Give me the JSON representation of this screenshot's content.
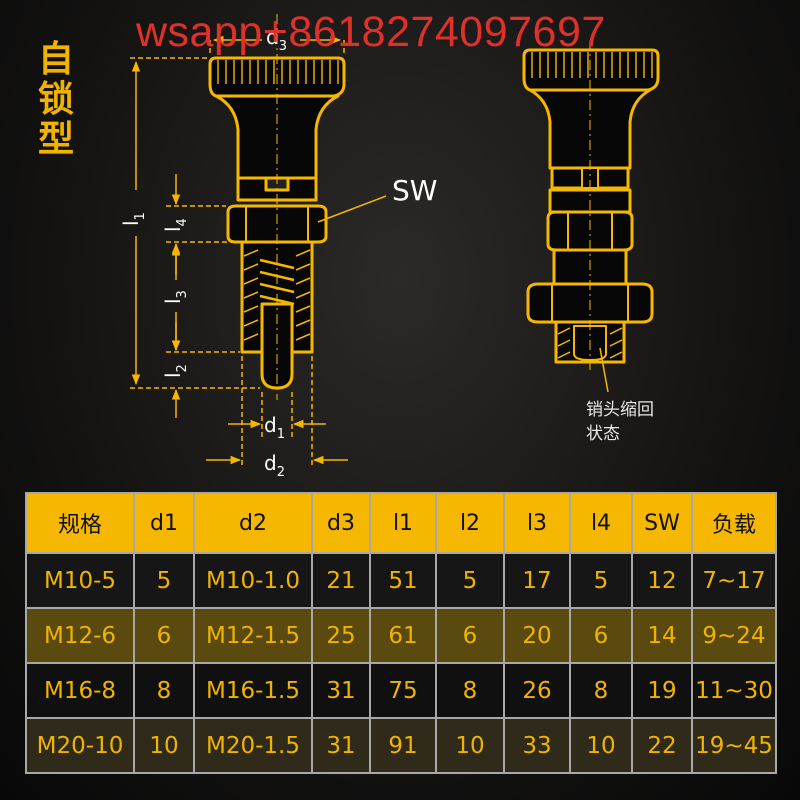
{
  "watermark": "wsapp+8618274097697",
  "title_chars": [
    "自",
    "锁",
    "型"
  ],
  "labels": {
    "d3": "d",
    "d3_sub": "3",
    "l1": "l",
    "l1_sub": "1",
    "l4": "l",
    "l4_sub": "4",
    "l3": "l",
    "l3_sub": "3",
    "l2": "l",
    "l2_sub": "2",
    "d1": "d",
    "d1_sub": "1",
    "d2": "d",
    "d2_sub": "2",
    "sw": "SW",
    "state_line1": "销头缩回",
    "state_line2": "状态"
  },
  "colors": {
    "accent": "#f5b700",
    "part_fill": "#070707",
    "watermark": "#e0302a"
  },
  "table": {
    "headers": [
      "规格",
      "d1",
      "d2",
      "d3",
      "l1",
      "l2",
      "l3",
      "l4",
      "SW",
      "负载"
    ],
    "rows": [
      [
        "M10-5",
        "5",
        "M10-1.0",
        "21",
        "51",
        "5",
        "17",
        "5",
        "12",
        "7~17"
      ],
      [
        "M12-6",
        "6",
        "M12-1.5",
        "25",
        "61",
        "6",
        "20",
        "6",
        "14",
        "9~24"
      ],
      [
        "M16-8",
        "8",
        "M16-1.5",
        "31",
        "75",
        "8",
        "26",
        "8",
        "19",
        "11~30"
      ],
      [
        "M20-10",
        "10",
        "M20-1.5",
        "31",
        "91",
        "10",
        "33",
        "10",
        "22",
        "19~45"
      ]
    ]
  }
}
